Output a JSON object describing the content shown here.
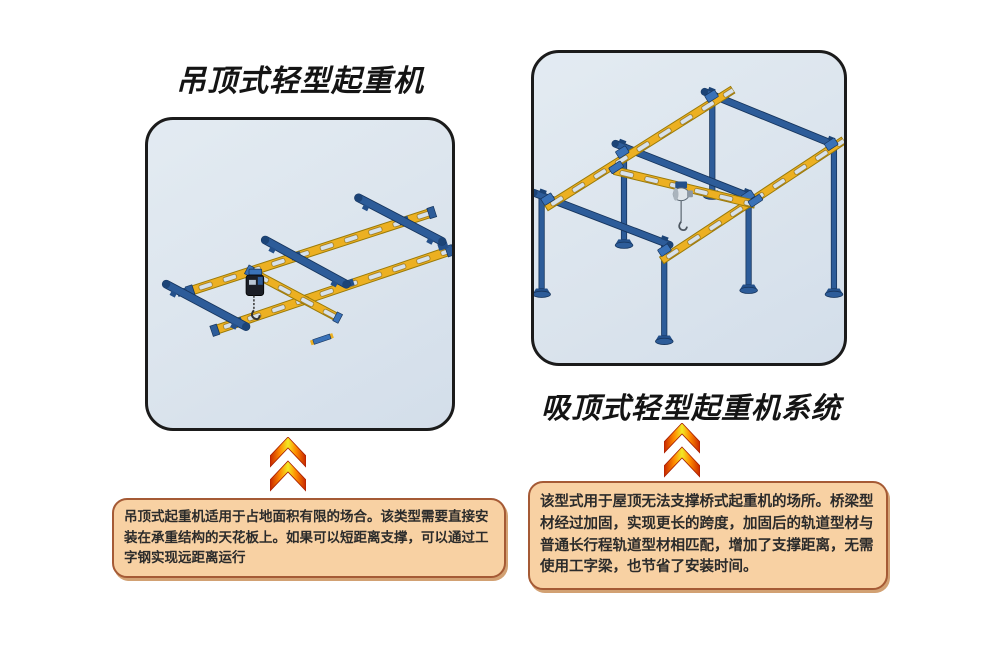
{
  "left": {
    "title": "吊顶式轻型起重机",
    "description": "吊顶式起重机适用于占地面积有限的场合。该类型需要直接安装在承重结构的天花板上。如果可以短距离支撑，可以通过工字钢实现远距离运行",
    "image_label": "ceiling-mounted light crane rails illustration"
  },
  "right": {
    "title": "吸顶式轻型起重机系统",
    "description": "该型式用于屋顶无法支撑桥式起重机的场所。桥梁型材经过加固，实现更长的跨度，加固后的轨道型材与普通长行程轨道型材相匹配，增加了支撑距离，无需使用工字梁，也节省了安装时间。",
    "image_label": "free-standing light crane system illustration"
  },
  "icons": {
    "up_arrow": "double-chevron-up-flame"
  },
  "colors": {
    "rail_yellow": "#ecb022",
    "beam_blue": "#2d5c99",
    "panel_background": "#dbe4ed",
    "note_fill": "#f8d1a3",
    "note_border": "#a55a35",
    "arrow_red": "#c62500",
    "arrow_yellow": "#f2ea25",
    "title_color": "#141414"
  }
}
